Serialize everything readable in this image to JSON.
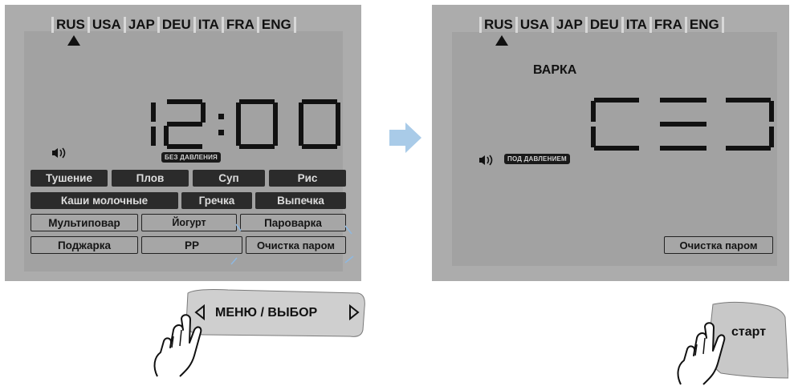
{
  "languages": [
    "RUS",
    "USA",
    "JAP",
    "DEU",
    "ITA",
    "FRA",
    "ENG"
  ],
  "left_display": {
    "time": "12:00",
    "pressure_tag": "БЕЗ ДАВЛЕНИЯ",
    "programs": [
      [
        "Тушение",
        "Плов",
        "Суп",
        "Рис"
      ],
      [
        "Каши молочные",
        "Гречка",
        "Выпечка"
      ],
      [
        "Мультиповар",
        "Йогурт",
        "Пароварка"
      ],
      [
        "Поджарка",
        "PP",
        "Очистка паром"
      ]
    ]
  },
  "right_display": {
    "mode_label": "ВАРКА",
    "pressure_tag": "ПОД ДАВЛЕНИЕМ",
    "program": "Очистка паром"
  },
  "menu_button": {
    "label": "МЕНЮ / ВЫБОР"
  },
  "start_button": {
    "label": "старт"
  },
  "colors": {
    "panel": "#acacac",
    "lcd": "#a2a2a2",
    "segment": "#111111",
    "arrow": "#a9cbe8"
  },
  "icons": [
    "speaker-icon",
    "language-pointer-icon",
    "arrow-right-icon",
    "hand-pointer-icon"
  ]
}
